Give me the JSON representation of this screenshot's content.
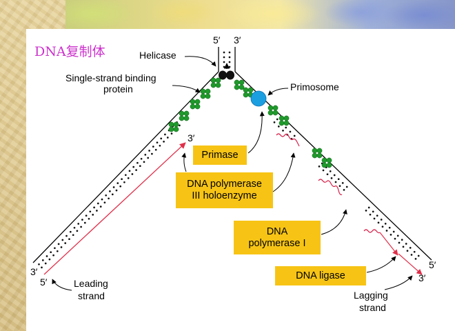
{
  "title": "DNA复制体",
  "labels": {
    "helicase": "Helicase",
    "ssb_line1": "Single-strand binding",
    "ssb_line2": "protein",
    "primosome": "Primosome",
    "leading_line1": "Leading",
    "leading_line2": "strand",
    "lagging_line1": "Lagging",
    "lagging_line2": "strand"
  },
  "boxes": {
    "primase": "Primase",
    "pol3_line1": "DNA polymerase",
    "pol3_line2": "III holoenzyme",
    "pol1_line1": "DNA",
    "pol1_line2": "polymerase I",
    "ligase": "DNA ligase"
  },
  "ends": {
    "top_left": "5′",
    "top_right": "3′",
    "leading_3prime_top": "3′",
    "leading_3prime_bottom": "3′",
    "leading_5prime": "5′",
    "lagging_5prime": "5′",
    "lagging_3prime": "3′"
  },
  "colors": {
    "ssb": "#1f9a2b",
    "primosome": "#1b9fe0",
    "box": "#f7c415",
    "rna_primer": "#d6204a",
    "new_strand": "#e0304a",
    "title": "#cc33cc"
  }
}
